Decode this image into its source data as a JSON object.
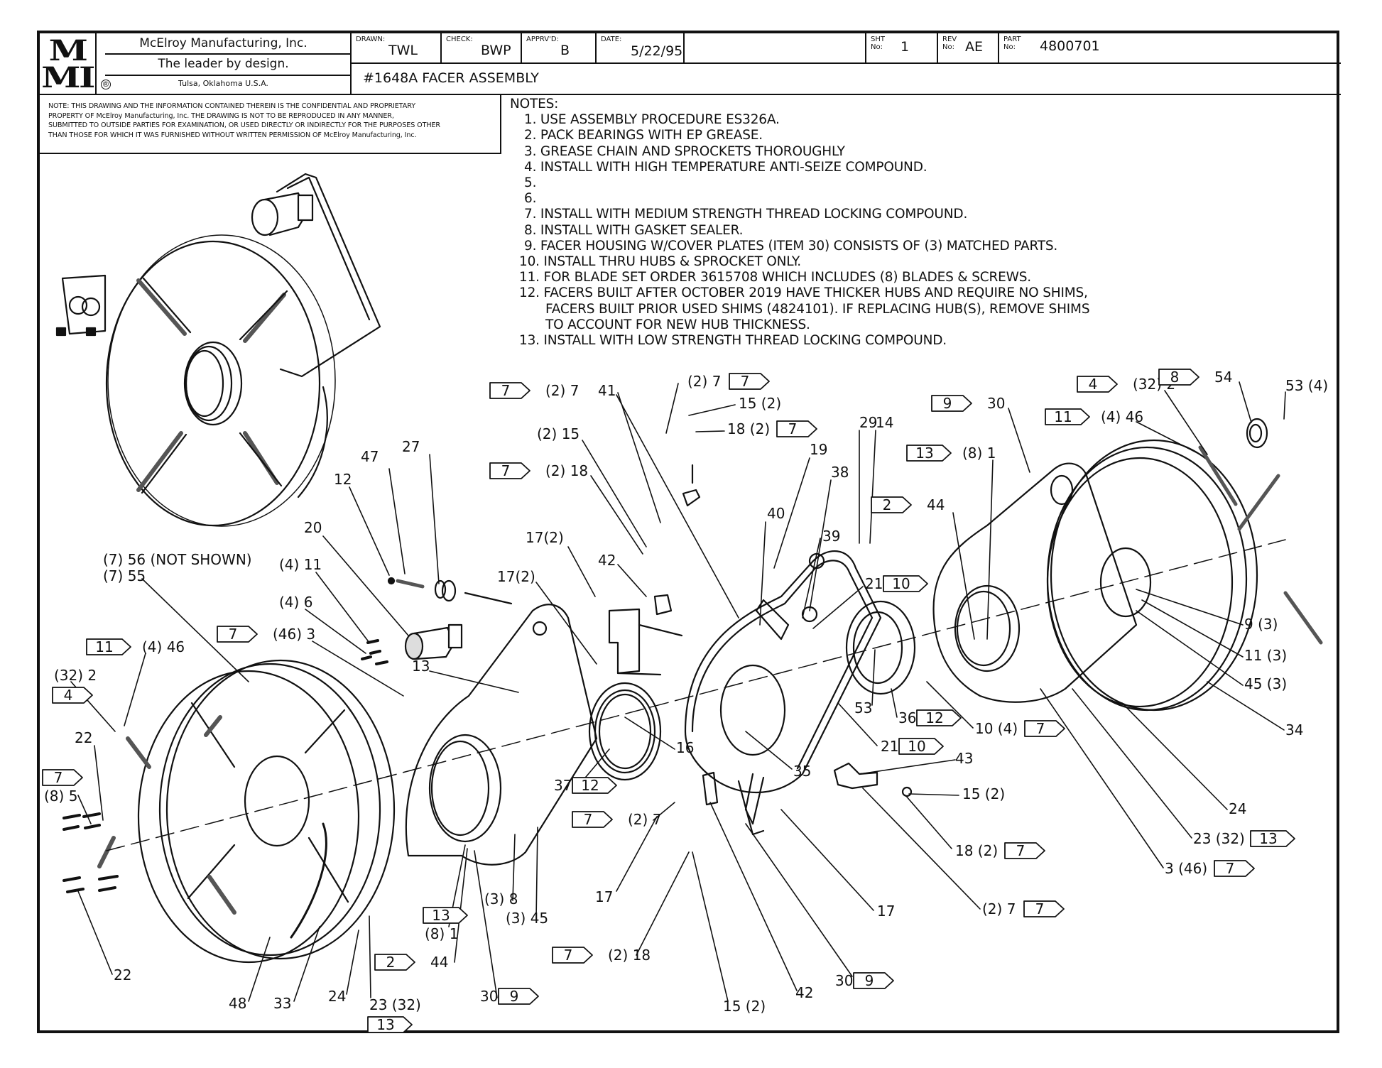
{
  "title_block": {
    "logo_top": "M",
    "logo_bottom": "MI",
    "company_name": "McElroy Manufacturing, Inc.",
    "slogan": "The leader by design.",
    "location": "Tulsa, Oklahoma U.S.A.",
    "registered_mark": "®",
    "drawn_label": "DRAWN:",
    "drawn_value": "TWL",
    "check_label": "CHECK:",
    "check_value": "BWP",
    "approved_label": "APPRV'D:",
    "approved_value": "B",
    "date_label": "DATE:",
    "date_value": "5/22/95",
    "sheet_label_1": "SHT",
    "sheet_label_2": "No:",
    "sheet_value": "1",
    "rev_label_1": "REV",
    "rev_label_2": "No:",
    "rev_value": "AE",
    "part_label_1": "PART",
    "part_label_2": "No:",
    "part_value": "4800701",
    "drawing_title": "#1648A FACER ASSEMBLY"
  },
  "confidentiality_note": [
    "NOTE: THIS DRAWING AND THE INFORMATION CONTAINED THEREIN IS THE CONFIDENTIAL AND PROPRIETARY",
    "PROPERTY OF McElroy Manufacturing, Inc. THE DRAWING IS NOT TO BE REPRODUCED IN ANY MANNER,",
    "SUBMITTED TO OUTSIDE PARTIES FOR EXAMINATION, OR USED DIRECTLY OR INDIRECTLY FOR THE PURPOSES OTHER",
    "THAN THOSE FOR WHICH IT WAS FURNISHED WITHOUT WRITTEN PERMISSION OF McElroy Manufacturing, Inc."
  ],
  "notes": {
    "heading": "NOTES:",
    "items": [
      "1. USE ASSEMBLY PROCEDURE ES326A.",
      "2. PACK BEARINGS WITH EP GREASE.",
      "3. GREASE CHAIN AND SPROCKETS THOROUGHLY",
      "4. INSTALL WITH HIGH TEMPERATURE ANTI-SEIZE COMPOUND.",
      "5.",
      "6.",
      "7. INSTALL WITH MEDIUM STRENGTH THREAD LOCKING COMPOUND.",
      "8. INSTALL WITH GASKET SEALER.",
      "9. FACER HOUSING W/COVER PLATES (ITEM 30) CONSISTS OF (3) MATCHED PARTS.",
      "10. INSTALL THRU HUBS & SPROCKET ONLY.",
      "11. FOR BLADE SET ORDER 3615708 WHICH INCLUDES (8) BLADES & SCREWS.",
      "12. FACERS BUILT AFTER OCTOBER 2019 HAVE THICKER HUBS AND REQUIRE NO SHIMS,",
      "FACERS BUILT PRIOR USED SHIMS (4824101). IF REPLACING HUB(S), REMOVE SHIMS",
      "TO ACCOUNT FOR NEW HUB THICKNESS.",
      "13. INSTALL WITH LOW STRENGTH THREAD LOCKING COMPOUND."
    ]
  },
  "callouts": [
    {
      "text": "(2) 7",
      "note": "7"
    },
    {
      "text": "41",
      "note": ""
    },
    {
      "text": "(2) 7",
      "note": "7"
    },
    {
      "text": "15 (2)",
      "note": ""
    },
    {
      "text": "18 (2)",
      "note": "7"
    },
    {
      "text": "(2) 15",
      "note": ""
    },
    {
      "text": "(2) 18",
      "note": "7"
    },
    {
      "text": "19",
      "note": ""
    },
    {
      "text": "38",
      "note": ""
    },
    {
      "text": "29",
      "note": ""
    },
    {
      "text": "14",
      "note": ""
    },
    {
      "text": "40",
      "note": ""
    },
    {
      "text": "39",
      "note": ""
    },
    {
      "text": "42",
      "note": ""
    },
    {
      "text": "17(2)",
      "note": ""
    },
    {
      "text": "17(2)",
      "note": ""
    },
    {
      "text": "47",
      "note": ""
    },
    {
      "text": "27",
      "note": ""
    },
    {
      "text": "12",
      "note": ""
    },
    {
      "text": "20",
      "note": ""
    },
    {
      "text": "(7) 56 (NOT SHOWN)",
      "note": ""
    },
    {
      "text": "(7) 55",
      "note": ""
    },
    {
      "text": "(4) 11",
      "note": ""
    },
    {
      "text": "(4) 6",
      "note": ""
    },
    {
      "text": "(46) 3",
      "note": "7"
    },
    {
      "text": "(4) 46",
      "note": "11"
    },
    {
      "text": "(32) 2",
      "note": "4"
    },
    {
      "text": "22",
      "note": ""
    },
    {
      "text": "(8) 5",
      "note": "7"
    },
    {
      "text": "22",
      "note": ""
    },
    {
      "text": "48",
      "note": ""
    },
    {
      "text": "33",
      "note": ""
    },
    {
      "text": "24",
      "note": ""
    },
    {
      "text": "23 (32)",
      "note": "13"
    },
    {
      "text": "(8) 1",
      "note": "13"
    },
    {
      "text": "44",
      "note": "2"
    },
    {
      "text": "30",
      "note": "9"
    },
    {
      "text": "(3) 8",
      "note": ""
    },
    {
      "text": "(3) 45",
      "note": ""
    },
    {
      "text": "13",
      "note": ""
    },
    {
      "text": "16",
      "note": ""
    },
    {
      "text": "37",
      "note": "12"
    },
    {
      "text": "(2) 7",
      "note": "7"
    },
    {
      "text": "17",
      "note": ""
    },
    {
      "text": "(2) 18",
      "note": "7"
    },
    {
      "text": "15 (2)",
      "note": ""
    },
    {
      "text": "42",
      "note": ""
    },
    {
      "text": "30",
      "note": "9"
    },
    {
      "text": "17",
      "note": ""
    },
    {
      "text": "35",
      "note": ""
    },
    {
      "text": "21",
      "note": "10"
    },
    {
      "text": "53",
      "note": ""
    },
    {
      "text": "36",
      "note": "12"
    },
    {
      "text": "21",
      "note": "10"
    },
    {
      "text": "43",
      "note": ""
    },
    {
      "text": "15 (2)",
      "note": ""
    },
    {
      "text": "18 (2)",
      "note": "7"
    },
    {
      "text": "(2) 7",
      "note": "7"
    },
    {
      "text": "10 (4)",
      "note": "7"
    },
    {
      "text": "30",
      "note": "9"
    },
    {
      "text": "(32) 2",
      "note": "4"
    },
    {
      "text": "54",
      "note": "8"
    },
    {
      "text": "53 (4)",
      "note": ""
    },
    {
      "text": "(4) 46",
      "note": "11"
    },
    {
      "text": "(8) 1",
      "note": "13"
    },
    {
      "text": "44",
      "note": "2"
    },
    {
      "text": "9 (3)",
      "note": ""
    },
    {
      "text": "11 (3)",
      "note": ""
    },
    {
      "text": "45 (3)",
      "note": ""
    },
    {
      "text": "34",
      "note": ""
    },
    {
      "text": "24",
      "note": ""
    },
    {
      "text": "23 (32)",
      "note": "13"
    },
    {
      "text": "3 (46)",
      "note": "7"
    }
  ]
}
